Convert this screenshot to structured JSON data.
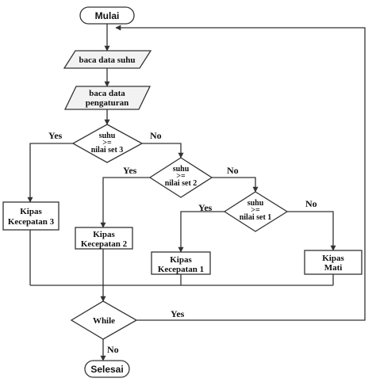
{
  "diagram": {
    "start": "Mulai",
    "end": "Selesai",
    "read_temp": "baca data suhu",
    "read_settings": [
      "baca data",
      "pengaturan"
    ],
    "decision_3": [
      "suhu",
      ">=",
      "nilai set 3"
    ],
    "decision_2": [
      "suhu",
      ">=",
      "nilai set 2"
    ],
    "decision_1": [
      "suhu",
      ">=",
      "nilai set 1"
    ],
    "fan_3": [
      "Kipas",
      "Kecepatan 3"
    ],
    "fan_2": [
      "Kipas",
      "Kecepatan 2"
    ],
    "fan_1": [
      "Kipas",
      "Kecepatan 1"
    ],
    "fan_off": [
      "Kipas",
      "Mati"
    ],
    "loop": "While",
    "yes": "Yes",
    "no": "No"
  }
}
